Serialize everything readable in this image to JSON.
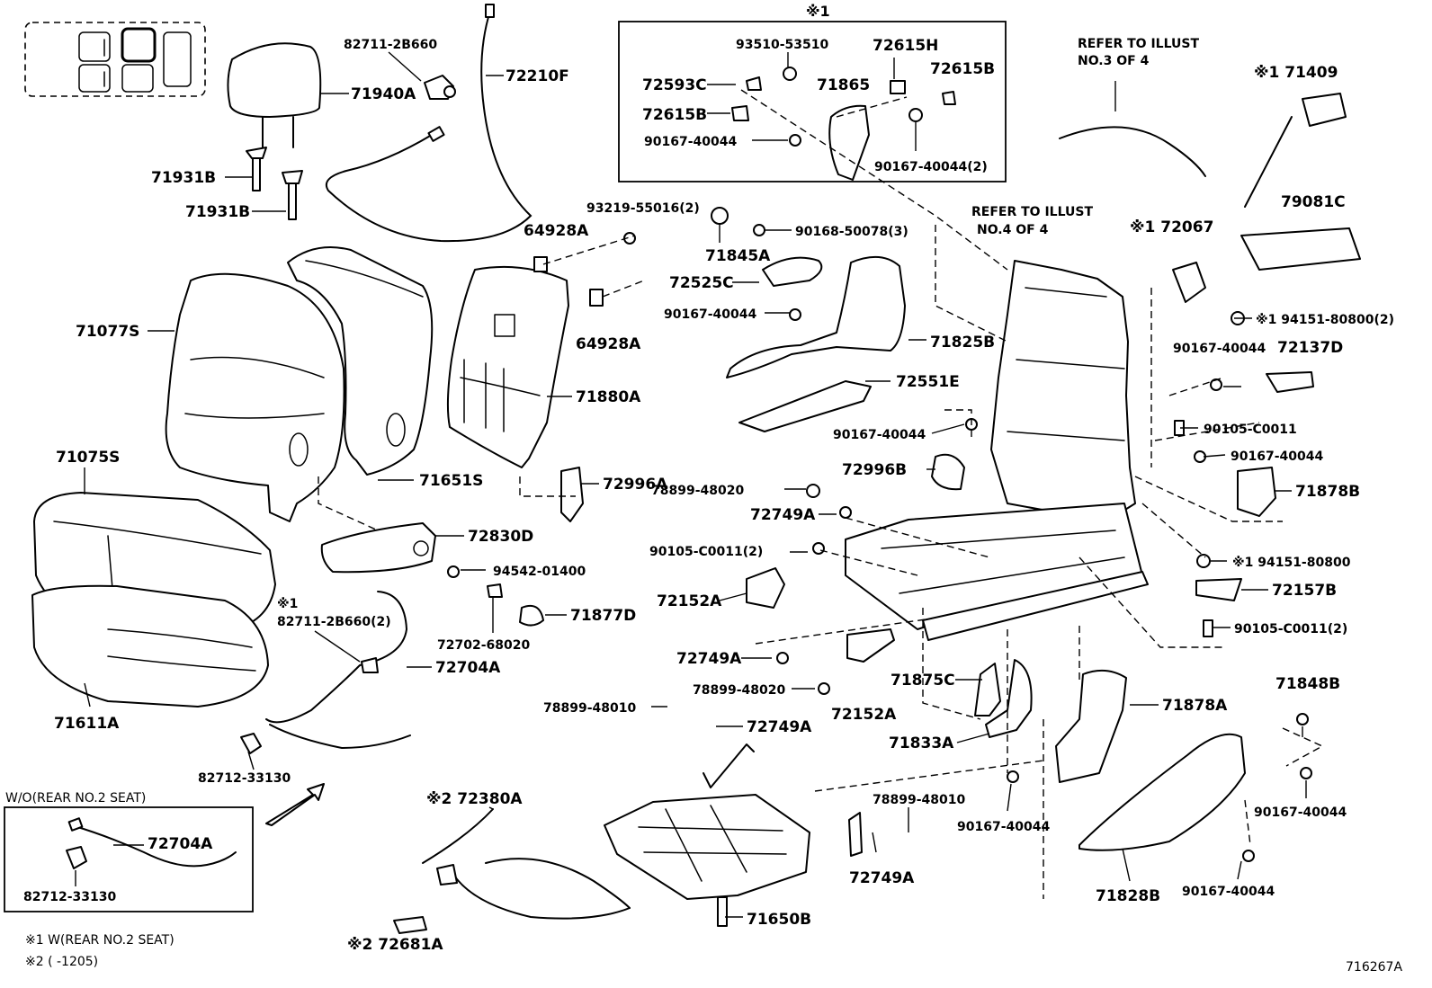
{
  "diagram": {
    "figure_code": "716267A",
    "box_marker": "※1",
    "refer_notes": [
      {
        "line1": "REFER TO ILLUST",
        "line2": "NO.3 OF 4"
      },
      {
        "line1": "REFER TO ILLUST",
        "line2": "NO.4 OF 4"
      }
    ],
    "inset": {
      "title": "W/O(REAR NO.2 SEAT)",
      "labels": [
        "72704A",
        "82712-33130"
      ]
    },
    "footnotes": [
      "※1 W(REAR NO.2 SEAT)",
      "※2 (     -1205)"
    ],
    "labels": [
      "82711-2B660",
      "71940A",
      "72210F",
      "71931B",
      "71931B",
      "93510-53510",
      "72615H",
      "72593C",
      "71865",
      "72615B",
      "72615B",
      "90167-40044",
      "90167-40044(2)",
      "※1 71409",
      "79081C",
      "※1 72067",
      "※1 94151-80800(2)",
      "93219-55016(2)",
      "64928A",
      "64928A",
      "71845A",
      "90168-50078(3)",
      "72525C",
      "90167-40044",
      "71825B",
      "72551E",
      "71880A",
      "71077S",
      "90167-40044",
      "72137D",
      "90105-C0011",
      "90167-40044",
      "71878B",
      "90167-40044",
      "72996B",
      "71075S",
      "71651S",
      "72996A",
      "78899-48020",
      "72749A",
      "90105-C0011(2)",
      "※1 94151-80800",
      "72830D",
      "94542-01400",
      "72152A",
      "72157B",
      "90105-C0011(2)",
      "※1",
      "82711-2B660(2)",
      "71877D",
      "72702-68020",
      "72704A",
      "72749A",
      "78899-48020",
      "71875C",
      "72152A",
      "71878A",
      "71848B",
      "71611A",
      "78899-48010",
      "72749A",
      "71833A",
      "82712-33130",
      "※2 72380A",
      "78899-48010",
      "90167-40044",
      "90167-40044",
      "72749A",
      "90167-40044",
      "71828B",
      "71650B",
      "※2 72681A"
    ]
  }
}
